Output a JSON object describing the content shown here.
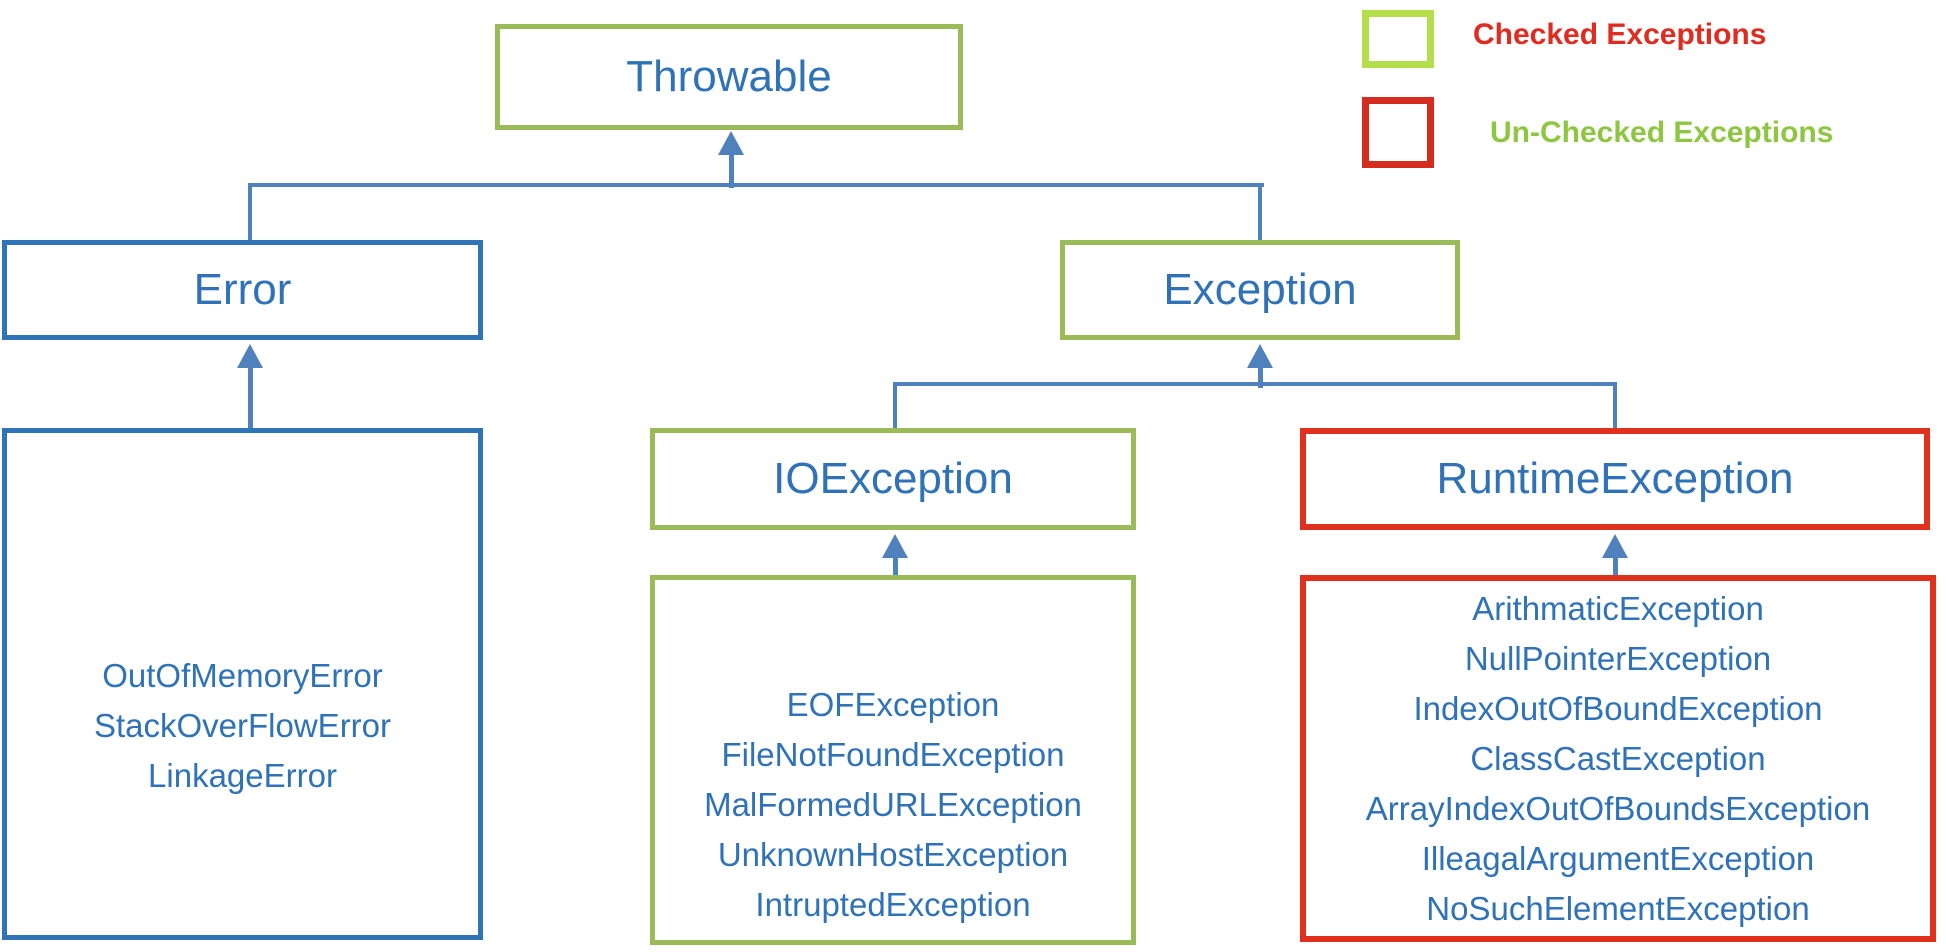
{
  "nodes": {
    "throwable": "Throwable",
    "error": "Error",
    "exception": "Exception",
    "io_exception": "IOException",
    "runtime_exception": "RuntimeException"
  },
  "children": {
    "error": [
      "OutOfMemoryError",
      "StackOverFlowError",
      "LinkageError"
    ],
    "io_exception": [
      "EOFException",
      "FileNotFoundException",
      "MalFormedURLException",
      "UnknownHostException",
      "IntruptedException"
    ],
    "runtime_exception": [
      "ArithmaticException",
      "NullPointerException",
      "IndexOutOfBoundException",
      "ClassCastException",
      "ArrayIndexOutOfBoundsException",
      "IlleagalArgumentException",
      "NoSuchElementException"
    ]
  },
  "legend": {
    "checked": "Checked Exceptions",
    "unchecked": "Un-Checked Exceptions"
  },
  "colors": {
    "connector": "#4F81BD",
    "blue_border": "#2E74B6",
    "green_border": "#9BBB59",
    "red_border": "#E0301E",
    "text_blue": "#2F72B8",
    "legend_green": "#B4DF4B",
    "legend_red": "#D62B1F",
    "checked_text": "#E02B20",
    "unchecked_text": "#8EC641"
  }
}
